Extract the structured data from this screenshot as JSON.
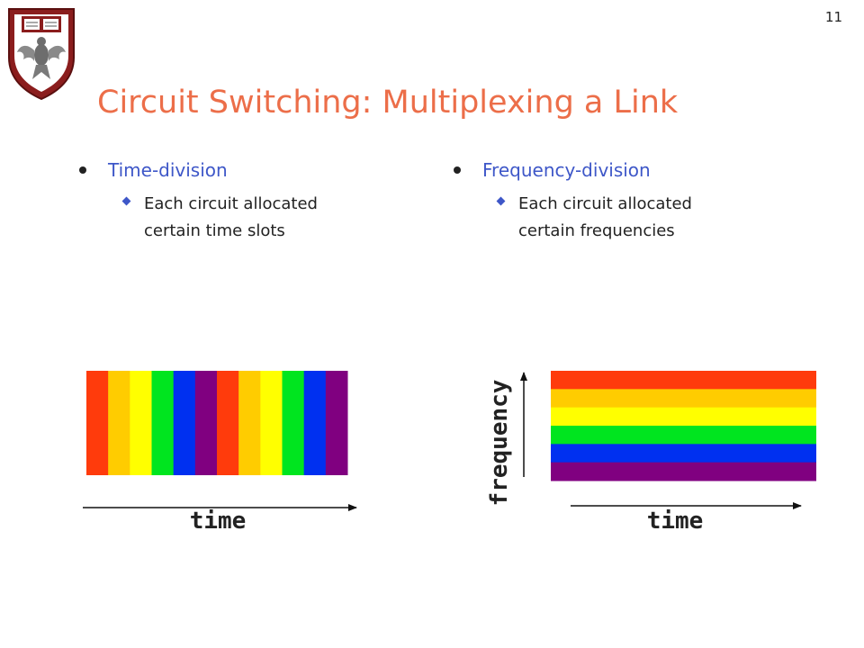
{
  "slide_number": "11",
  "title": "Circuit Switching: Multiplexing a Link",
  "left_column": {
    "bullet": "Time-division",
    "sub_bullet": [
      "Each circuit allocated",
      "certain time slots"
    ]
  },
  "right_column": {
    "bullet": "Frequency-division",
    "sub_bullet": [
      "Each circuit allocated",
      "certain frequencies"
    ]
  },
  "colors": {
    "title": "#ec6e49",
    "bullet_text": "#3e57c8",
    "band_palette": [
      "#ff3b0c",
      "#ffcc00",
      "#ffff00",
      "#00e51f",
      "#0030f0",
      "#800080"
    ]
  },
  "time_division": {
    "slots": [
      "#ff3b0c",
      "#ffcc00",
      "#ffff00",
      "#00e51f",
      "#0030f0",
      "#800080",
      "#ff3b0c",
      "#ffcc00",
      "#ffff00",
      "#00e51f",
      "#0030f0",
      "#800080"
    ],
    "x_axis_label": "time"
  },
  "frequency_division": {
    "bands": [
      "#ff3b0c",
      "#ffcc00",
      "#ffff00",
      "#00e51f",
      "#0030f0",
      "#800080"
    ],
    "x_axis_label": "time",
    "y_axis_label": "frequency"
  }
}
